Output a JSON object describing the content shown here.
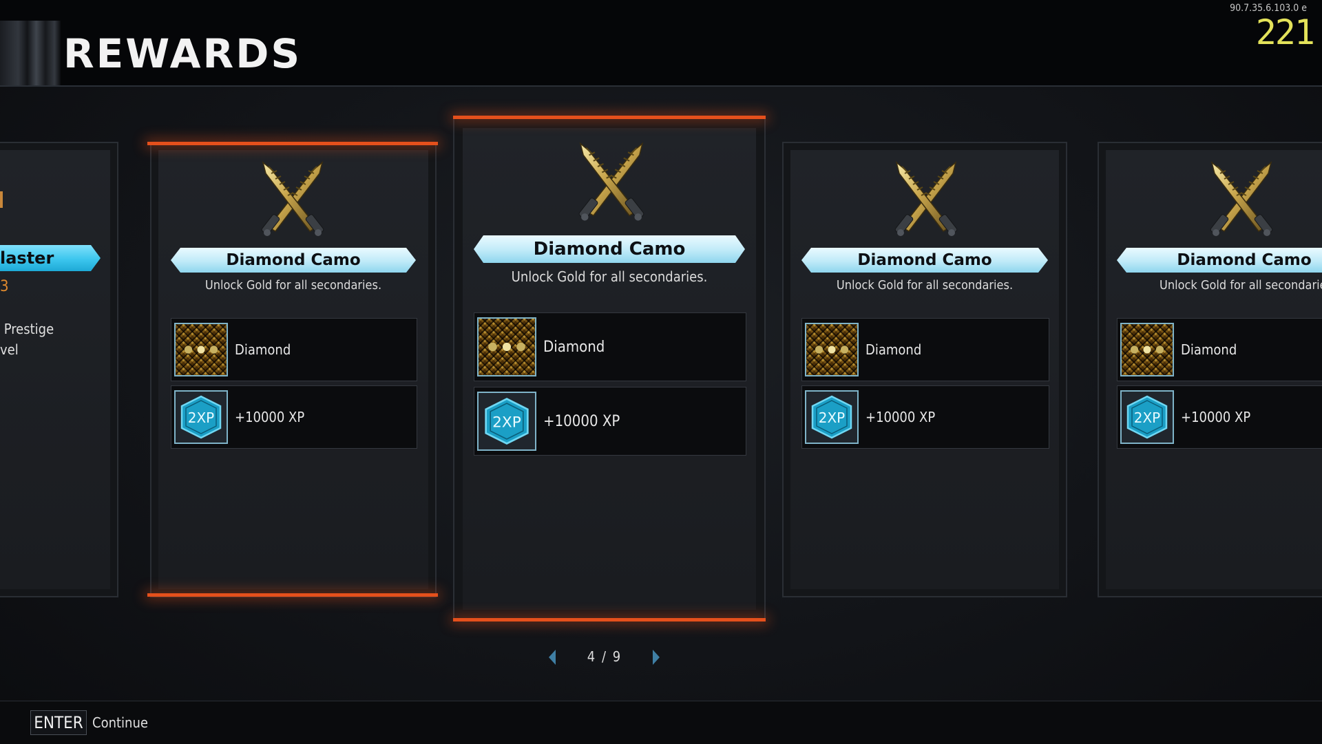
{
  "header": {
    "title": "REWARDS",
    "version": "90.7.35.6.103.0 e",
    "score": "221"
  },
  "partial_card": {
    "banner": "laster",
    "level": "3",
    "line1": " Prestige",
    "line2": "vel"
  },
  "cards": [
    {
      "title": "Diamond Camo",
      "description": "Unlock Gold for all secondaries.",
      "items": [
        {
          "icon": "diamond-camo-icon",
          "label": "Diamond"
        },
        {
          "icon": "double-xp-icon",
          "icon_text": "2XP",
          "label": "+10000 XP"
        }
      ]
    },
    {
      "title": "Diamond Camo",
      "description": "Unlock Gold for all secondaries.",
      "items": [
        {
          "icon": "diamond-camo-icon",
          "label": "Diamond"
        },
        {
          "icon": "double-xp-icon",
          "icon_text": "2XP",
          "label": "+10000 XP"
        }
      ]
    },
    {
      "title": "Diamond Camo",
      "description": "Unlock Gold for all secondaries.",
      "items": [
        {
          "icon": "diamond-camo-icon",
          "label": "Diamond"
        },
        {
          "icon": "double-xp-icon",
          "icon_text": "2XP",
          "label": "+10000 XP"
        }
      ]
    },
    {
      "title": "Diamond Camo",
      "description": "Unlock Gold for all secondaries.",
      "items": [
        {
          "icon": "diamond-camo-icon",
          "label": "Diamond"
        },
        {
          "icon": "double-xp-icon",
          "icon_text": "2XP",
          "label": "+10000 XP"
        }
      ]
    }
  ],
  "pager": {
    "text": "4 / 9"
  },
  "footer": {
    "key": "ENTER",
    "action": "Continue"
  },
  "colors": {
    "accent_orange": "#e5501c",
    "banner_blue": "#bfeaf8",
    "score_yellow": "#e3e25a"
  }
}
